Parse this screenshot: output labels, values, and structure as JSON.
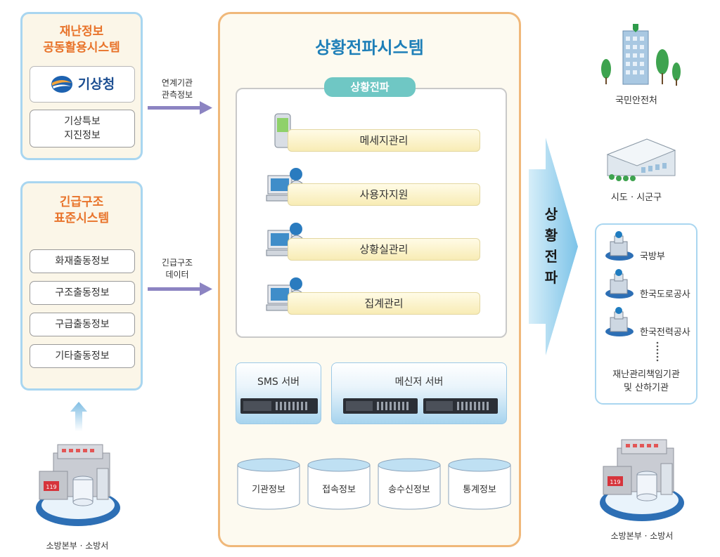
{
  "left_top": {
    "title": "재난정보\n공동활용시스템",
    "logo_text": "기상청",
    "item": "기상특보\n지진정보"
  },
  "left_bottom": {
    "title": "긴급구조\n표준시스템",
    "items": [
      "화재출동정보",
      "구조출동정보",
      "구급출동정보",
      "기타출동정보"
    ]
  },
  "arrow_labels": {
    "top": "연계기관\n관측정보",
    "bottom": "긴급구조\n데이터"
  },
  "left_bottom_building": "소방본부 · 소방서",
  "main": {
    "title": "상황전파시스템",
    "sub_title": "상황전파",
    "functions": [
      "메세지관리",
      "사용자지원",
      "상황실관리",
      "집계관리"
    ],
    "servers": [
      "SMS  서버",
      "메신저  서버"
    ],
    "databases": [
      "기관정보",
      "접속정보",
      "송수신정보",
      "통계정보"
    ]
  },
  "spread_arrow_text": "상\n황\n전\n파",
  "right": {
    "top_label": "국민안전처",
    "middle_label": "시도 · 시군구",
    "agencies": [
      "국방부",
      "한국도로공사",
      "한국전력공사"
    ],
    "agency_footer": "재난관리책임기관\n및 산하기관",
    "bottom_label": "소방본부 · 소방서"
  },
  "colors": {
    "accent_orange": "#e8732a",
    "title_blue": "#1e7fb8",
    "panel_border_blue": "#a9d6f0",
    "main_border_orange": "#f0b87a",
    "arrow_purple": "#8c84c2",
    "pill_teal": "#6fc7c4"
  }
}
